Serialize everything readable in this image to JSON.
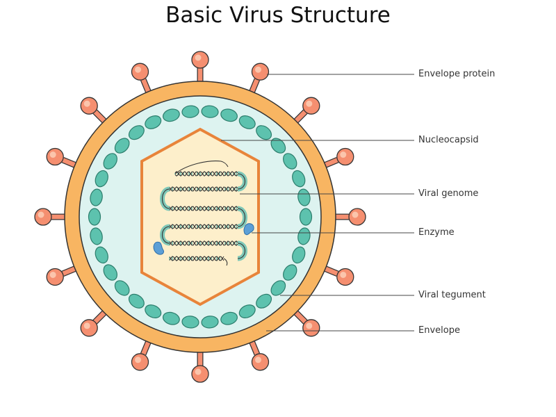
{
  "title": "Basic Virus Structure",
  "labels": [
    {
      "text": "Envelope protein"
    },
    {
      "text": "Nucleocapsid"
    },
    {
      "text": "Viral genome"
    },
    {
      "text": "Enzyme"
    },
    {
      "text": "Viral tegument"
    },
    {
      "text": "Envelope"
    }
  ],
  "colors": {
    "envelope": "#F8B562",
    "envelope_stroke": "#333333",
    "tegument": "#DDF3F0",
    "capsomere": "#5DC2AE",
    "capsomere_stroke": "#2C7D6C",
    "nucleocapsid_fill": "#FDEFCB",
    "nucleocapsid_stroke": "#E8843A",
    "spike_head": "#F58F70",
    "spike_stalk": "#F58F70",
    "genome": "#7FC8B8",
    "enzyme": "#5C9FD6",
    "leader_line": "#444444"
  }
}
